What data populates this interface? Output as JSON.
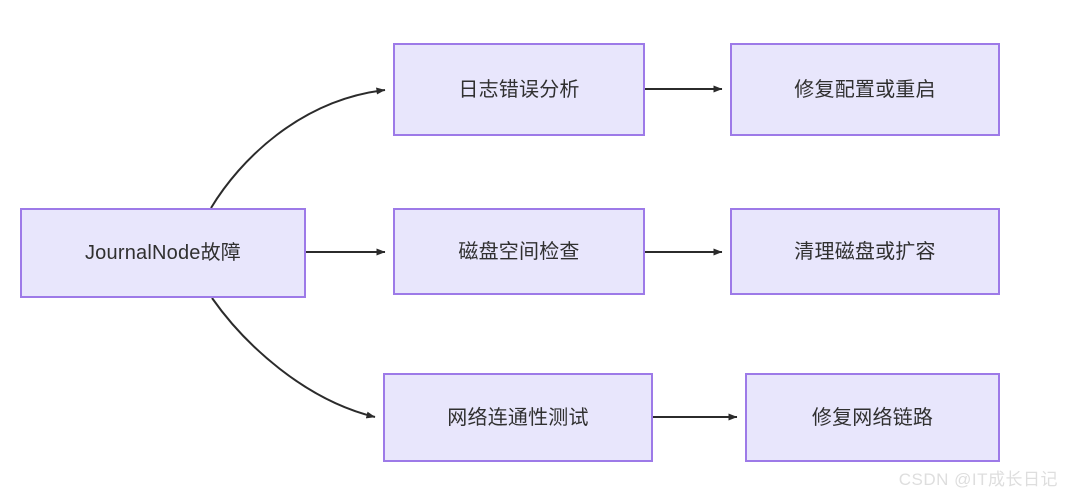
{
  "diagram": {
    "type": "flowchart",
    "direction": "left-to-right",
    "background_color": "#ffffff",
    "node_fill_color": "#e8e6fc",
    "node_border_color": "#9d7ae8",
    "node_text_color": "#303030",
    "edge_color": "#2b2b2b",
    "nodes": [
      {
        "id": "root",
        "label": "JournalNode故障"
      },
      {
        "id": "log-check",
        "label": "日志错误分析"
      },
      {
        "id": "log-fix",
        "label": "修复配置或重启"
      },
      {
        "id": "disk-check",
        "label": "磁盘空间检查"
      },
      {
        "id": "disk-fix",
        "label": "清理磁盘或扩容"
      },
      {
        "id": "net-check",
        "label": "网络连通性测试"
      },
      {
        "id": "net-fix",
        "label": "修复网络链路"
      }
    ],
    "edges": [
      {
        "from": "root",
        "to": "log-check",
        "shape": "curved",
        "label": ""
      },
      {
        "from": "root",
        "to": "disk-check",
        "shape": "straight",
        "label": ""
      },
      {
        "from": "root",
        "to": "net-check",
        "shape": "curved",
        "label": ""
      },
      {
        "from": "log-check",
        "to": "log-fix",
        "shape": "straight",
        "label": ""
      },
      {
        "from": "disk-check",
        "to": "disk-fix",
        "shape": "straight",
        "label": ""
      },
      {
        "from": "net-check",
        "to": "net-fix",
        "shape": "straight",
        "label": ""
      }
    ]
  },
  "watermark": {
    "text": "CSDN @IT成长日记"
  }
}
